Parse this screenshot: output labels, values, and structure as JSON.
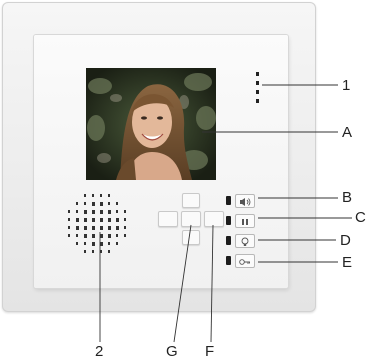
{
  "callouts": {
    "one": "1",
    "a": "A",
    "b": "B",
    "c": "C",
    "d": "D",
    "e": "E",
    "two": "2",
    "g": "G",
    "f": "F"
  },
  "icons": {
    "b": "speaker-icon",
    "c": "pause-icon",
    "d": "light-bulb-icon",
    "e": "key-icon"
  },
  "colors": {
    "frame": "#ececec",
    "screen": "#0d0d0d",
    "indicator": "#1c1c1c",
    "leader": "#333333"
  }
}
